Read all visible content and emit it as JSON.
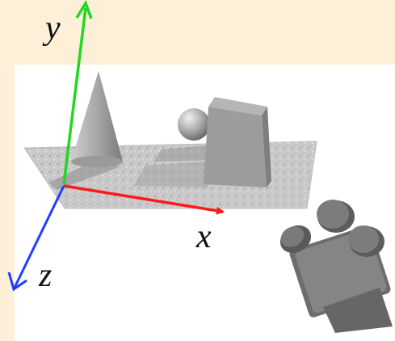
{
  "axes": {
    "x": {
      "label": "x",
      "color": "#ff1a1a"
    },
    "y": {
      "label": "y",
      "color": "#22d822"
    },
    "z": {
      "label": "z",
      "color": "#1f3fff"
    }
  },
  "scene": {
    "objects": [
      "cone",
      "sphere",
      "box",
      "movie-camera"
    ],
    "ground": "textured-plane"
  },
  "colors": {
    "background": "#fdefd8",
    "panel": "#ffffff",
    "object_gray": "#8c8c8c"
  }
}
